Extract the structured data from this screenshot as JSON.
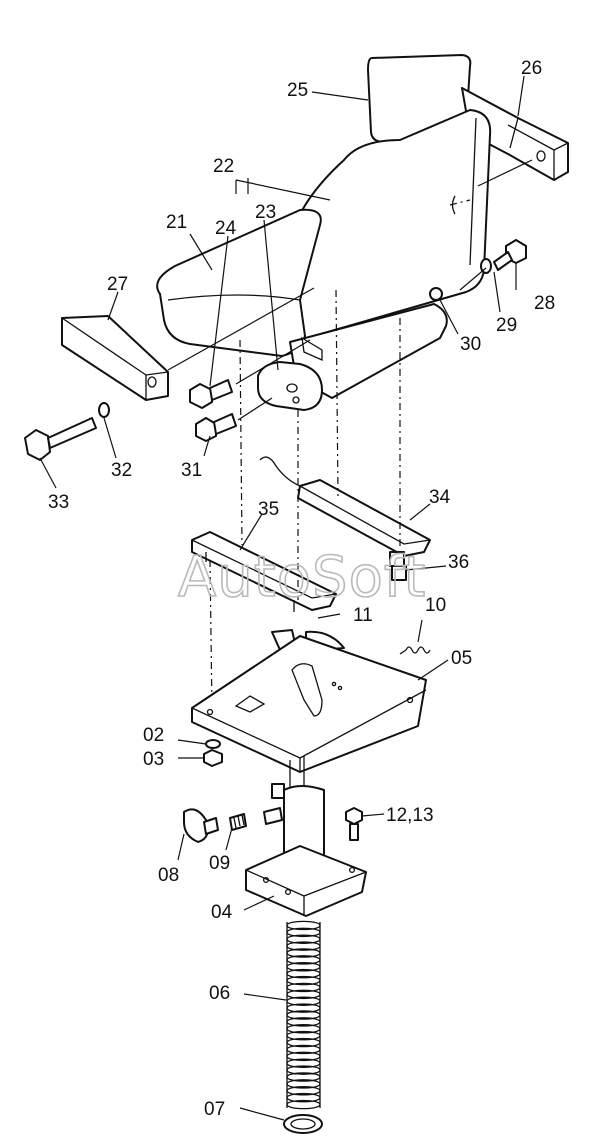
{
  "watermark": "AutoSoft",
  "callouts": {
    "c02": "02",
    "c03": "03",
    "c04": "04",
    "c05": "05",
    "c06": "06",
    "c07": "07",
    "c08": "08",
    "c09": "09",
    "c10": "10",
    "c11": "11",
    "c1213": "12,13",
    "c21": "21",
    "c22": "22",
    "c23": "23",
    "c24": "24",
    "c25": "25",
    "c26": "26",
    "c27": "27",
    "c28": "28",
    "c29": "29",
    "c30": "30",
    "c31": "31",
    "c32": "32",
    "c33": "33",
    "c34": "34",
    "c35": "35",
    "c36": "36"
  }
}
